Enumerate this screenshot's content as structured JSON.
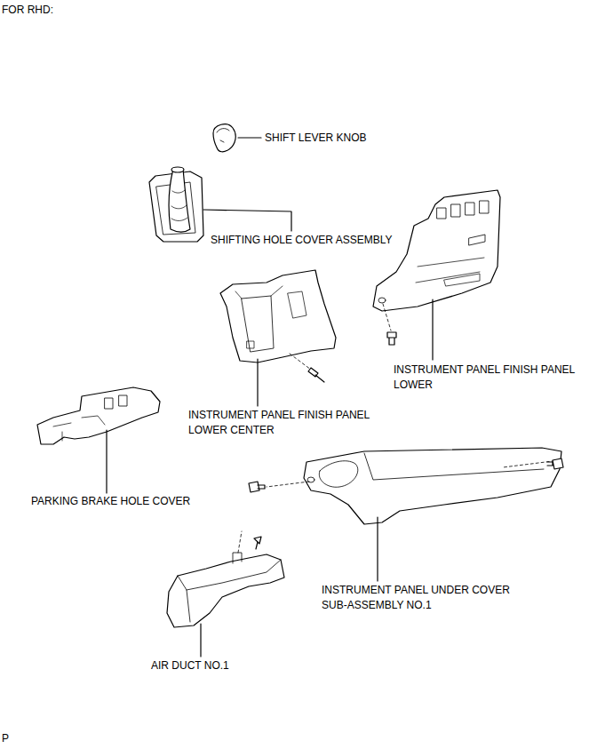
{
  "diagram": {
    "title": "FOR RHD:",
    "labels": [
      "SHIFT LEVER KNOB",
      "SHIFTING HOLE COVER ASSEMBLY",
      "INSTRUMENT PANEL FINISH PANEL LOWER",
      "INSTRUMENT PANEL FINISH PANEL LOWER CENTER",
      "PARKING BRAKE HOLE COVER",
      "INSTRUMENT PANEL UNDER COVER SUB-ASSEMBLY NO.1",
      "AIR DUCT NO.1",
      "P"
    ]
  }
}
